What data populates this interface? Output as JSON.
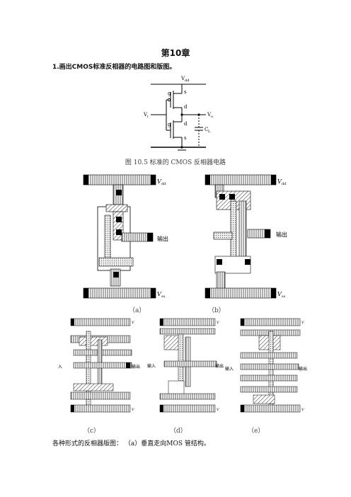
{
  "chapter_title": "第10章",
  "question": "1.画出CMOS标准反相器的电路图和版图。",
  "circuit": {
    "vdd": "V",
    "vdd_sub": "dd",
    "vi": "V",
    "vi_sub": "i",
    "vo": "V",
    "vo_sub": "o",
    "cl": "C",
    "cl_sub": "L",
    "g_top": "g",
    "s_top": "s",
    "d_top": "d",
    "g_bottom": "g",
    "d_bottom": "d",
    "s_bottom": "s"
  },
  "figure_caption": "图 10.5   标准的 CMOS 反相器电路",
  "layouts": {
    "input_label": "输入",
    "output_label": "输出",
    "vdd_label": "V",
    "vdd_sub": "dd",
    "vss_label": "V",
    "vss_sub": "ss"
  },
  "panel_labels": [
    "（a）",
    "（b）",
    "（c）",
    "（d）",
    "（e）"
  ],
  "bottom_caption": "各种形式的反相器版图：   （a）垂直走向MOS 管结构。"
}
